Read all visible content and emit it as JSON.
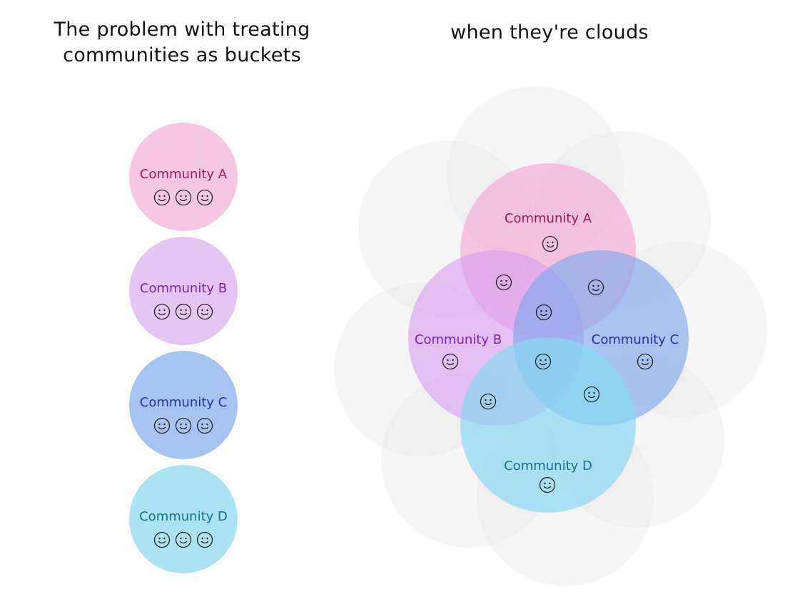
{
  "left_title": {
    "line1": "The problem with treating",
    "line2": "communities as buckets"
  },
  "right_title": "when they're clouds",
  "colors": {
    "community_a": "#f5a3d2",
    "community_b": "#d59cf2",
    "community_c": "#7fa8ee",
    "community_d": "#86d9f2",
    "cloud": "#e2e2e2"
  },
  "buckets": [
    {
      "label": "Community A",
      "member_faces": 3,
      "fill": "#f7c6e2",
      "text_color": "#9b1c5a"
    },
    {
      "label": "Community B",
      "member_faces": 3,
      "fill": "#e4c6f5",
      "text_color": "#7a20c4"
    },
    {
      "label": "Community C",
      "member_faces": 3,
      "fill": "#a6c4f2",
      "text_color": "#23359b"
    },
    {
      "label": "Community D",
      "member_faces": 3,
      "fill": "#abe3f5",
      "text_color": "#17708f"
    }
  ],
  "clouds": {
    "labels": {
      "a": "Community A",
      "b": "Community B",
      "c": "Community C",
      "d": "Community D"
    },
    "text_colors": {
      "a": "#9b1c5a",
      "b": "#7a20c4",
      "c": "#23359b",
      "d": "#17708f"
    },
    "member_faces": 10
  }
}
